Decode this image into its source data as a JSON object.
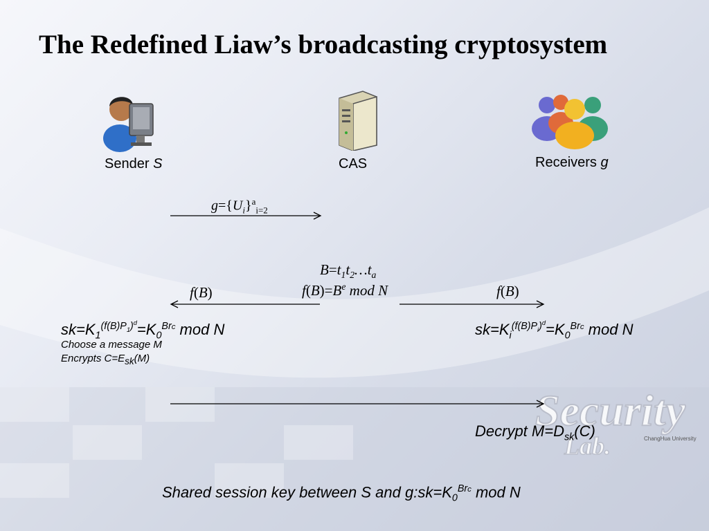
{
  "title": "The Redefined Liaw’s broadcasting cryptosystem",
  "actors": {
    "sender": {
      "label": "Sender ",
      "var": "S",
      "icon": "user-computer-icon"
    },
    "cas": {
      "label": "CAS",
      "icon": "server-icon"
    },
    "receivers": {
      "label": "Receivers ",
      "var": "g",
      "icon": "user-group-icon"
    }
  },
  "msg1": {
    "g": "g",
    "eq": "={",
    "u": "U",
    "i": "i",
    "close": "}",
    "sup": "a",
    "sub": "i=2"
  },
  "cas_calc": {
    "line1": {
      "b": "B",
      "eq": "=",
      "t1": "t",
      "s1": "1",
      "t2": "t",
      "s2": "2",
      "dots": "…",
      "ta": "t",
      "sa": "a"
    },
    "line2": {
      "f": "f",
      "open": "(",
      "b": "B",
      "close": ")=",
      "b2": "B",
      "e": "e",
      "rest": " mod N"
    }
  },
  "fb_left": {
    "f": "f",
    "open": "(",
    "b": "B",
    "close": ")"
  },
  "fb_right": {
    "f": "f",
    "open": "(",
    "b": "B",
    "close": ")"
  },
  "sender_eq": {
    "a": "sk=K",
    "b": "1",
    "c": "(f(B)P",
    "d": "1",
    "e": ")",
    "f": "d",
    "g": "=K",
    "h": "0",
    "i": "Br",
    "j": "c",
    "k": " mod N"
  },
  "sender_steps": {
    "line1": "Choose a message M",
    "line2_a": "Encrypts C=E",
    "line2_b": "sk",
    "line2_c": "(M)"
  },
  "receiver_eq": {
    "a": "sk=K",
    "b": "i",
    "c": "(f(B)P",
    "d": "i",
    "e": ")",
    "f": "d",
    "g": "=K",
    "h": "0",
    "i": "Br",
    "j": "c",
    "k": " mod N"
  },
  "decrypt": {
    "a": "Decrypt M=D",
    "b": "sk",
    "c": "(C)"
  },
  "shared": {
    "a": "Shared session key between S and g:sk=K",
    "b": "0",
    "c": "Br",
    "d": "c",
    "e": " mod N"
  },
  "watermark": {
    "text": "Security",
    "sub": "ChangHua University",
    "tag": "Lab."
  }
}
